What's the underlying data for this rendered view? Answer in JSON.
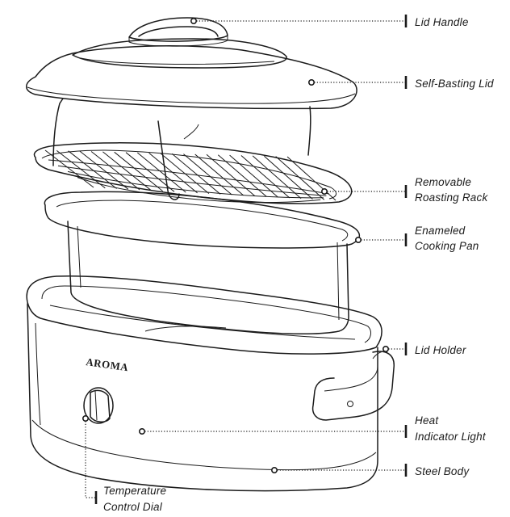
{
  "brand": {
    "logo_text": "AROMA"
  },
  "callouts": [
    {
      "id": "lid-handle",
      "lines": [
        "Lid Handle"
      ]
    },
    {
      "id": "self-basting-lid",
      "lines": [
        "Self-Basting Lid"
      ]
    },
    {
      "id": "removable-roasting-rack",
      "lines": [
        "Removable",
        "Roasting Rack"
      ]
    },
    {
      "id": "enameled-cooking-pan",
      "lines": [
        "Enameled",
        "Cooking Pan"
      ]
    },
    {
      "id": "lid-holder",
      "lines": [
        "Lid Holder"
      ]
    },
    {
      "id": "heat-indicator-light",
      "lines": [
        "Heat",
        "Indicator Light"
      ]
    },
    {
      "id": "steel-body",
      "lines": [
        "Steel Body"
      ]
    },
    {
      "id": "temperature-control-dial",
      "lines": [
        "Temperature",
        "Control Dial"
      ]
    }
  ]
}
